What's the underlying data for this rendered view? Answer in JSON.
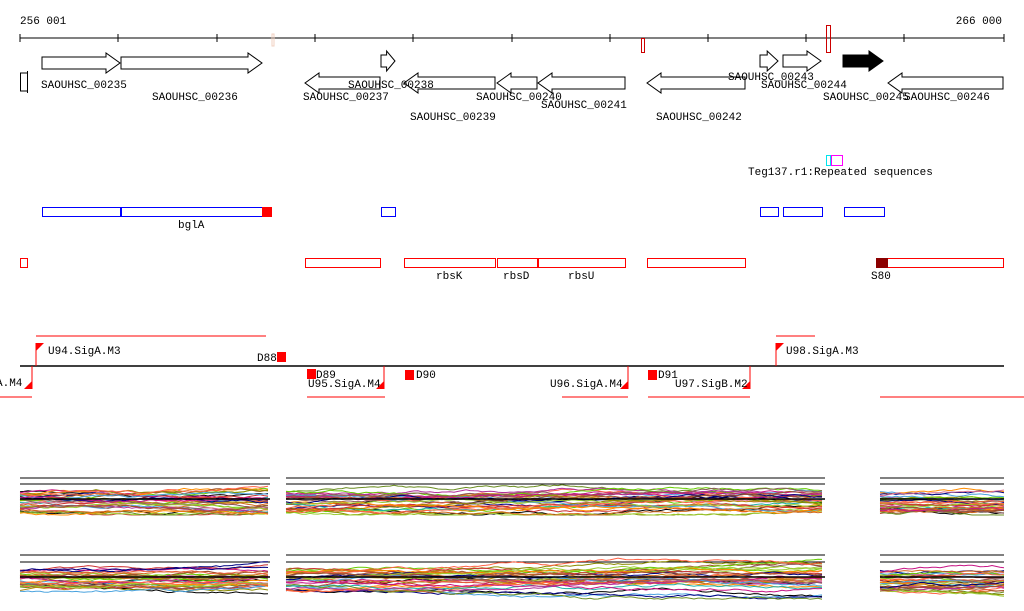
{
  "ruler": {
    "start_label": "256 001",
    "end_label": "266 000"
  },
  "genes": [
    {
      "name": "SAOUHSC_00235",
      "strand": "+"
    },
    {
      "name": "SAOUHSC_00236",
      "strand": "+"
    },
    {
      "name": "SAOUHSC_00237",
      "strand": "-"
    },
    {
      "name": "SAOUHSC_00238",
      "strand": "+"
    },
    {
      "name": "SAOUHSC_00239",
      "strand": "-"
    },
    {
      "name": "SAOUHSC_00240",
      "strand": "-"
    },
    {
      "name": "SAOUHSC_00241",
      "strand": "-"
    },
    {
      "name": "SAOUHSC_00242",
      "strand": "-"
    },
    {
      "name": "SAOUHSC_00243",
      "strand": "+"
    },
    {
      "name": "SAOUHSC_00244",
      "strand": "+"
    },
    {
      "name": "SAOUHSC_00245",
      "strand": "+",
      "selected": true
    },
    {
      "name": "SAOUHSC_00246",
      "strand": "-"
    }
  ],
  "repeats": {
    "label": "Teg137.r1:Repeated sequences"
  },
  "operons": {
    "labels": [
      "bglA"
    ]
  },
  "transcripts": {
    "labels": [
      "rbsK",
      "rbsD",
      "rbsU",
      "S80"
    ]
  },
  "promoters": {
    "labels": [
      "U94.SigA.M3",
      "D88",
      "U98.SigA.M3",
      "A.M4",
      "D89",
      "U95.SigA.M4",
      "D90",
      "U96.SigA.M4",
      "D91",
      "U97.SigB.M2"
    ]
  },
  "colors": {
    "operon": "#0000ff",
    "transcript": "#ff0000",
    "dark_transcript": "#8b0000",
    "repeat_a": "#00e5ee",
    "repeat_b": "#ff00ff",
    "series": [
      "#e8603c",
      "#b0309a",
      "#8b8b00",
      "#66cc00",
      "#cc3333",
      "#4aa3df",
      "#ff8c00",
      "#8b5a5a",
      "#000080",
      "#d2691e",
      "#9acd32",
      "#c71585",
      "#a0522d",
      "#ff6347",
      "#20b2aa",
      "#6b8e23",
      "#db7093",
      "#b8860b"
    ]
  }
}
